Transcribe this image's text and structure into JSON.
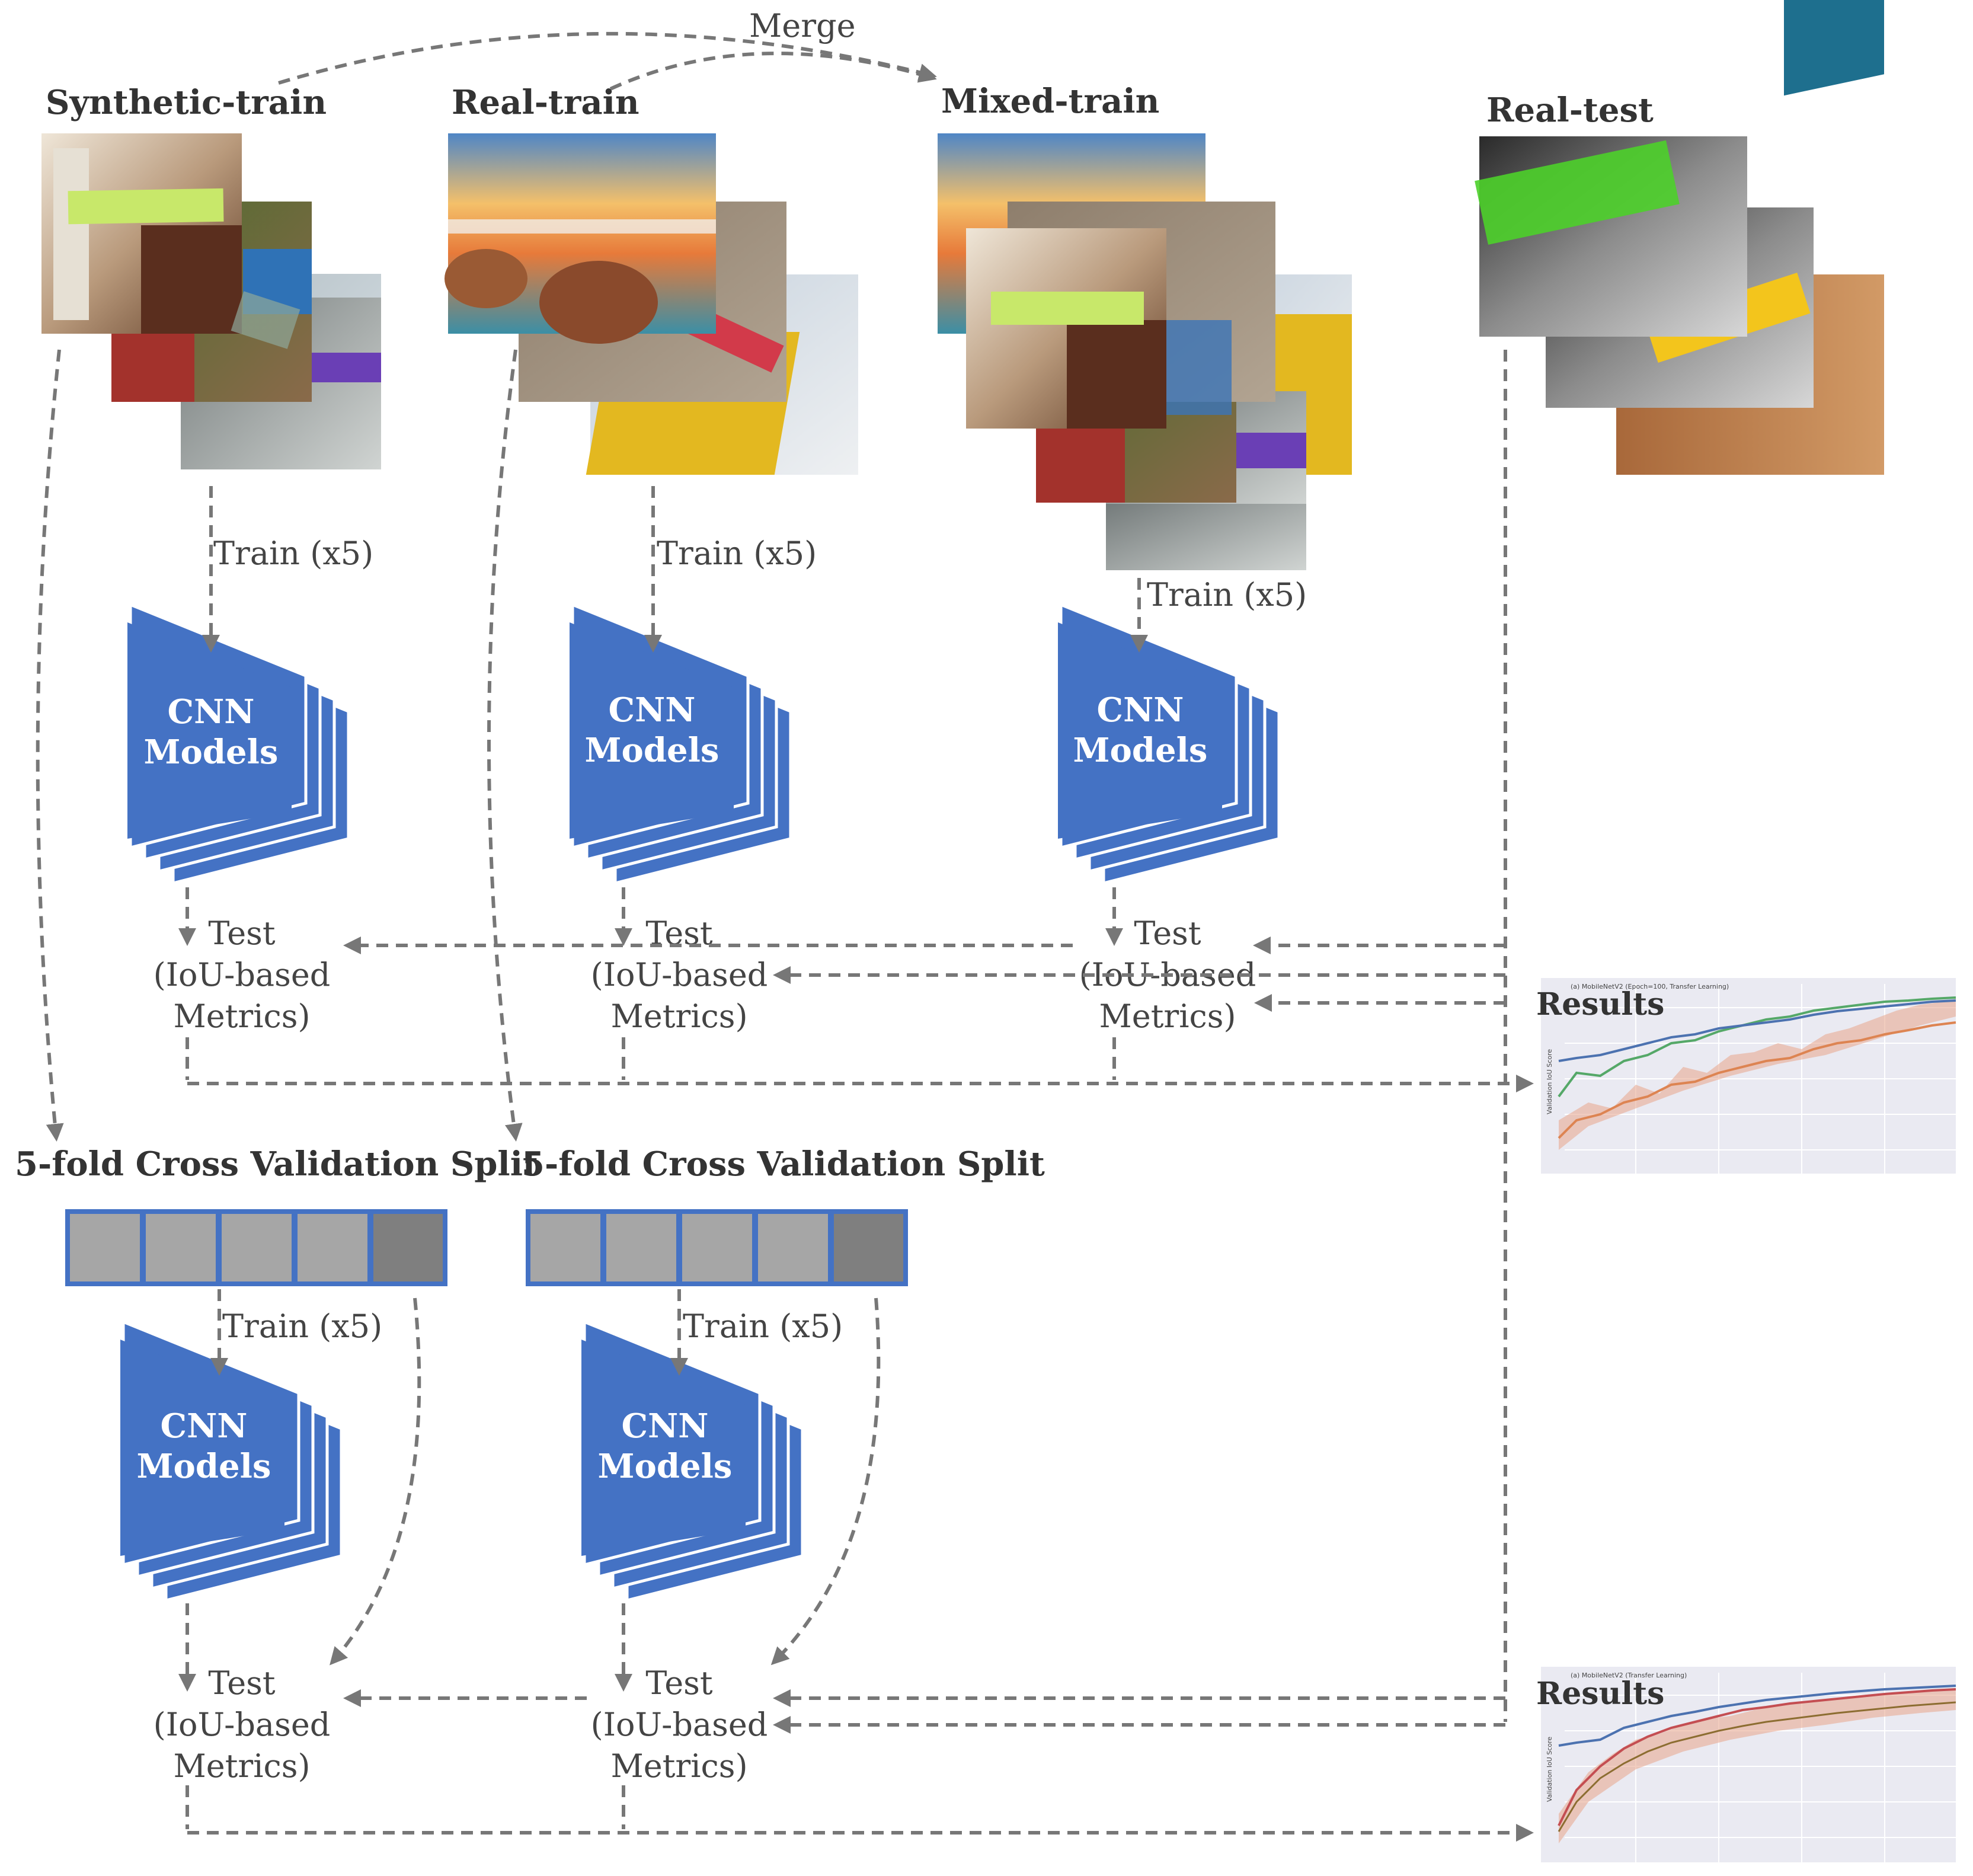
{
  "merge_label": "Merge",
  "datasets": {
    "synthetic": "Synthetic-train",
    "real": "Real-train",
    "mixed": "Mixed-train",
    "test": "Real-test"
  },
  "train_label": "Train (x5)",
  "cnn": {
    "line1": "CNN",
    "line2": "Models"
  },
  "test": {
    "line1": "Test",
    "line2": "(IoU-based",
    "line3": "Metrics)"
  },
  "cv_label": "5-fold Cross Validation Split",
  "results_label": "Results",
  "chart_titles": {
    "top": "(a) MobileNetV2 (Epoch=100, Transfer Learning)",
    "bottom": "(a) MobileNetV2 (Transfer Learning)"
  },
  "chart_ylabel": "Validation IoU Score",
  "colors": {
    "cnn_blue": "#4472c4",
    "fold_gray": "#a6a6a6",
    "fold_dark": "#7f7f7f",
    "arrow_gray": "#777777",
    "chart_bg": "#eaeaf2"
  }
}
